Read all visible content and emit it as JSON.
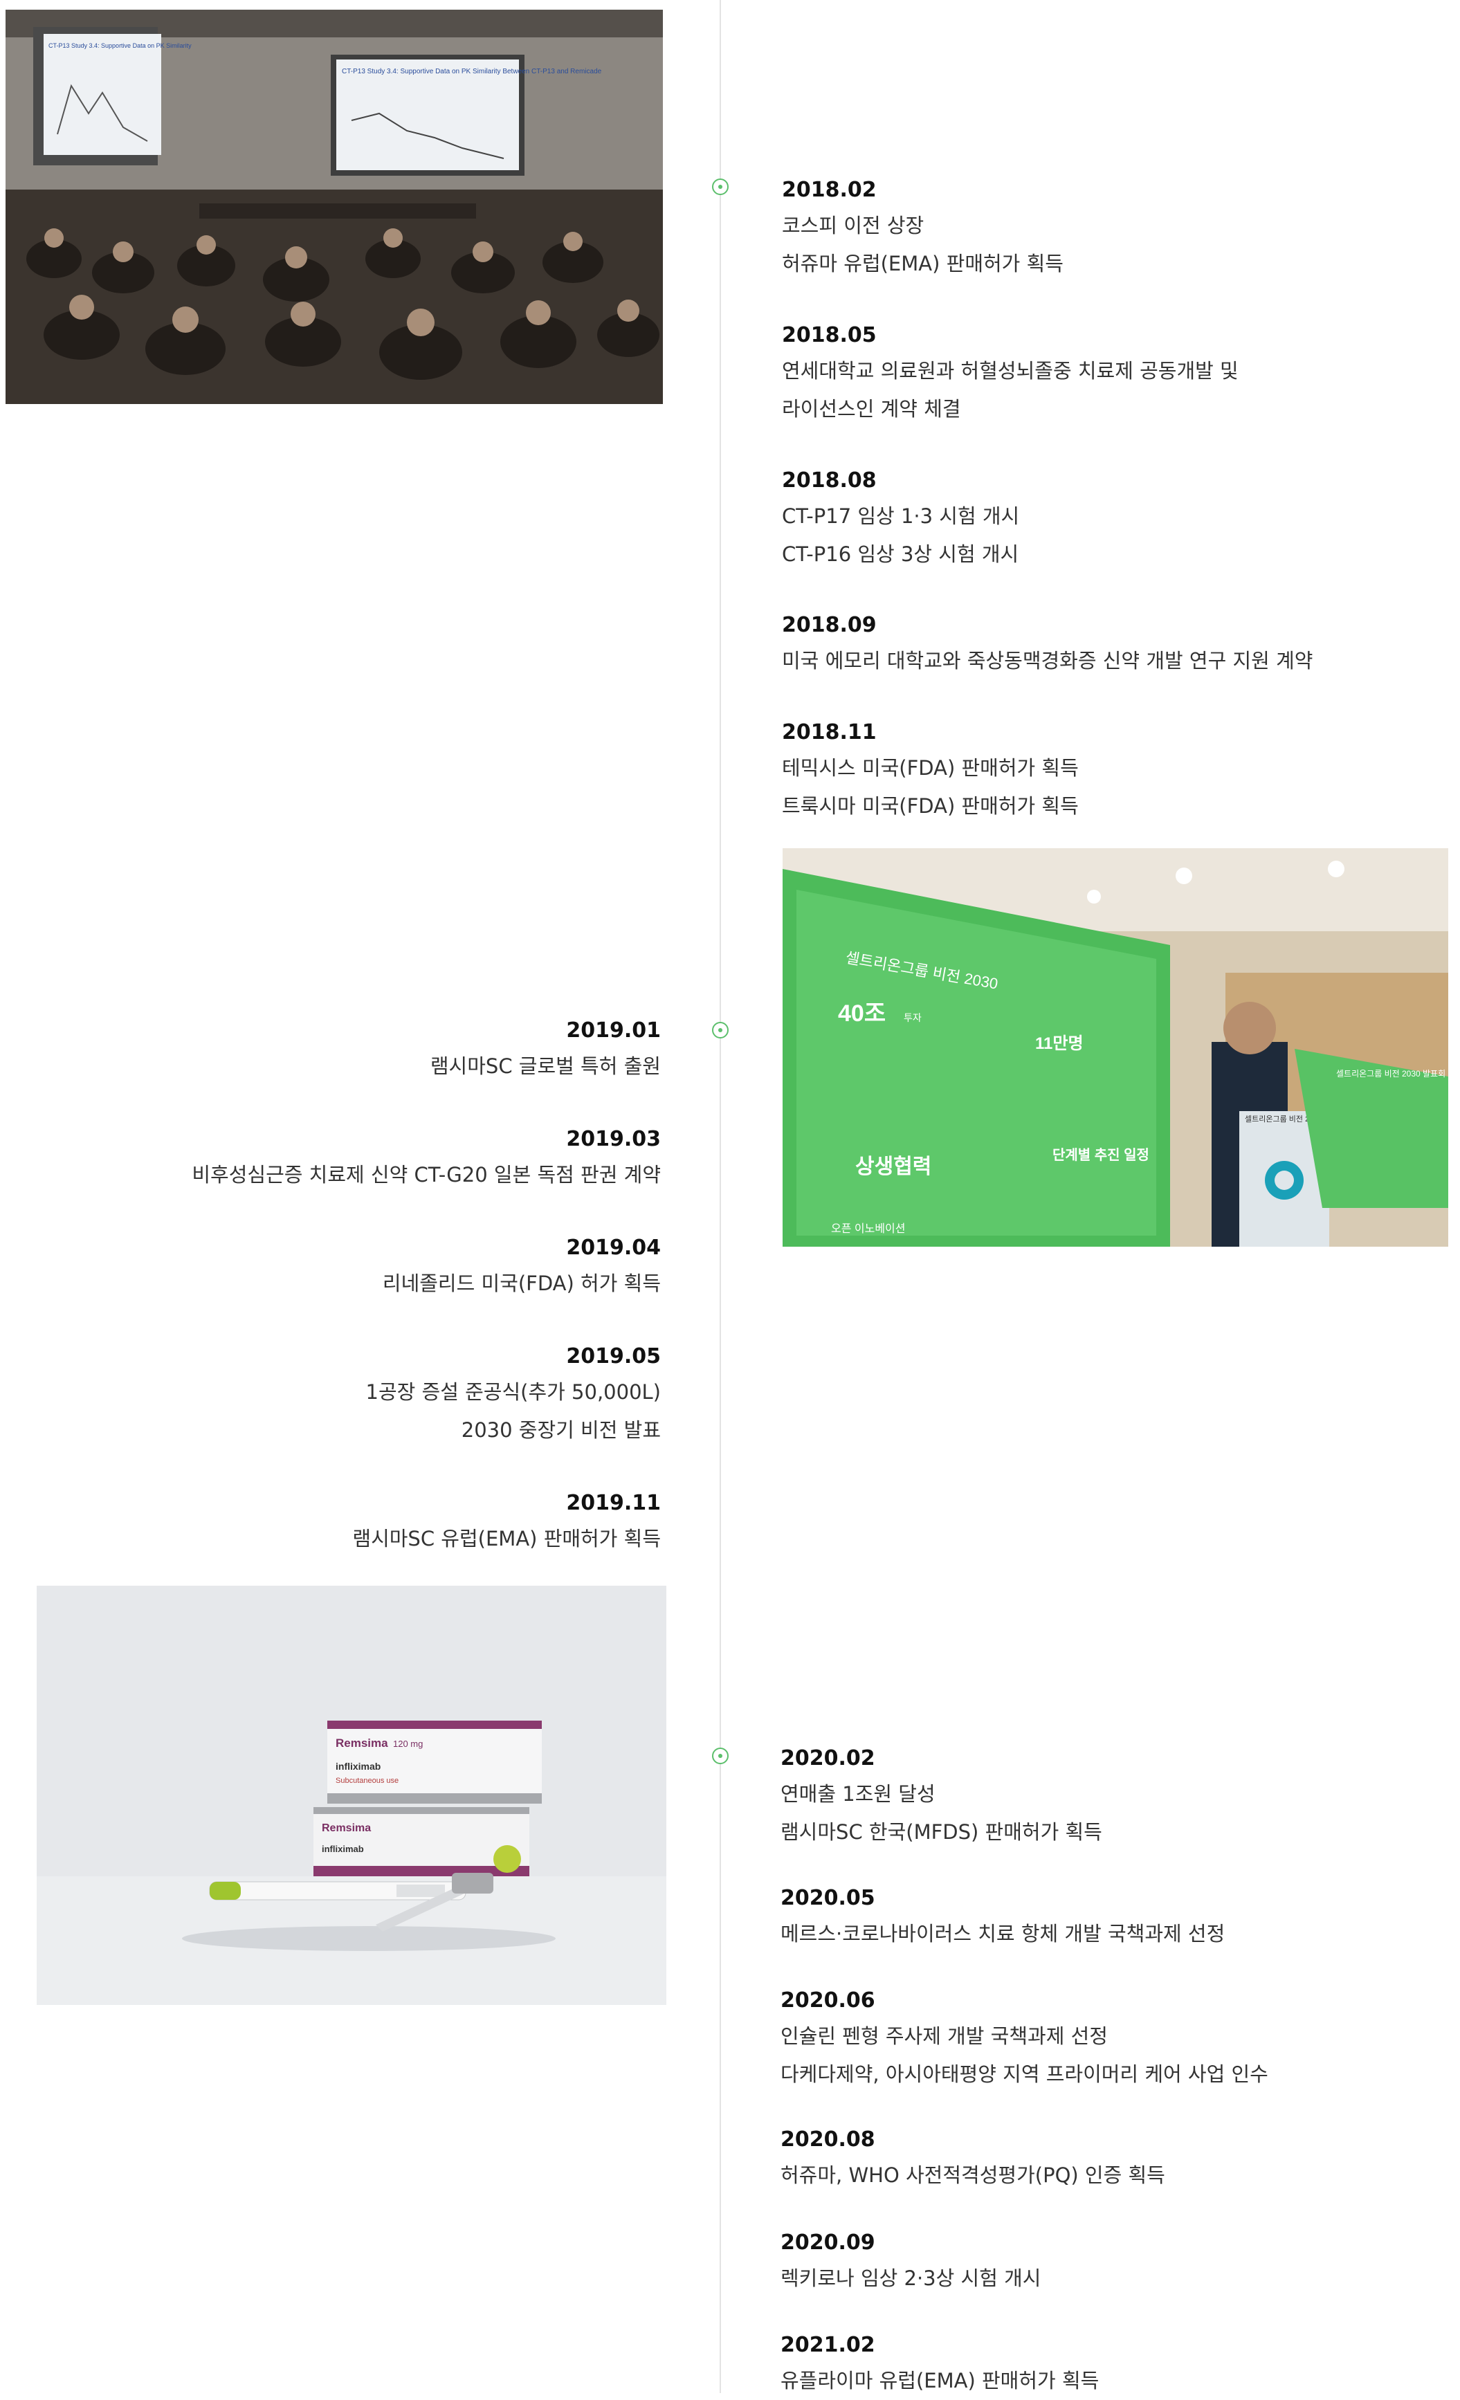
{
  "colors": {
    "accent": "#5cbf6c",
    "timeline": "#e3e3e3",
    "date_text": "#111111",
    "body_text": "#333333"
  },
  "icons": {
    "timeline_dot": "circle-dot-icon"
  },
  "images": {
    "conference": {
      "screen_left_text": "CT-P13 Study 3.4: Supportive Data on PK Similarity",
      "screen_right_text": "CT-P13 Study 3.4: Supportive Data on PK Similarity Between CT-P13 and Remicade"
    },
    "vision": {
      "board_title": "셀트리온그룹 비전 2030",
      "stat_1": "40조",
      "stat_1_suffix": "투자",
      "stat_2": "11만명",
      "section_1": "상생협력",
      "section_2": "단계별 추진 일정",
      "section_3": "오픈 이노베이션",
      "podium_sign": "셀트리온그룹 비전 2030 발표",
      "right_board_title": "셀트리온그룹 비전 2030 발표회"
    },
    "product": {
      "box_brand": "Remsima",
      "box_dose": "120 mg",
      "box_generic": "infliximab",
      "box_route": "Subcutaneous use"
    }
  },
  "years": {
    "y2018": {
      "entries": [
        {
          "date": "2018.02",
          "lines": [
            "코스피 이전 상장",
            "허쥬마 유럽(EMA) 판매허가 획득"
          ]
        },
        {
          "date": "2018.05",
          "lines": [
            "연세대학교 의료원과 허혈성뇌졸중 치료제 공동개발 및",
            "라이선스인 계약 체결"
          ]
        },
        {
          "date": "2018.08",
          "lines": [
            "CT-P17 임상 1·3 시험 개시",
            "CT-P16 임상 3상 시험 개시"
          ]
        },
        {
          "date": "2018.09",
          "lines": [
            "미국 에모리 대학교와 죽상동맥경화증 신약 개발 연구 지원 계약"
          ]
        },
        {
          "date": "2018.11",
          "lines": [
            "테믹시스 미국(FDA) 판매허가 획득",
            "트룩시마 미국(FDA) 판매허가 획득"
          ]
        }
      ]
    },
    "y2019": {
      "entries": [
        {
          "date": "2019.01",
          "lines": [
            "램시마SC 글로벌 특허 출원"
          ]
        },
        {
          "date": "2019.03",
          "lines": [
            "비후성심근증 치료제 신약 CT-G20 일본 독점 판권 계약"
          ]
        },
        {
          "date": "2019.04",
          "lines": [
            "리네졸리드 미국(FDA) 허가 획득"
          ]
        },
        {
          "date": "2019.05",
          "lines": [
            "1공장 증설 준공식(추가 50,000L)",
            "2030 중장기 비전 발표"
          ]
        },
        {
          "date": "2019.11",
          "lines": [
            "램시마SC 유럽(EMA) 판매허가 획득"
          ]
        }
      ]
    },
    "y2020": {
      "entries": [
        {
          "date": "2020.02",
          "lines": [
            "연매출 1조원 달성",
            "램시마SC 한국(MFDS) 판매허가 획득"
          ]
        },
        {
          "date": "2020.05",
          "lines": [
            "메르스·코로나바이러스 치료 항체 개발 국책과제 선정"
          ]
        },
        {
          "date": "2020.06",
          "lines": [
            "인슐린 펜형 주사제 개발 국책과제 선정",
            "다케다제약, 아시아태평양 지역 프라이머리 케어 사업 인수"
          ]
        },
        {
          "date": "2020.08",
          "lines": [
            "허쥬마, WHO 사전적격성평가(PQ) 인증 획득"
          ]
        },
        {
          "date": "2020.09",
          "lines": [
            "렉키로나 임상 2·3상 시험 개시"
          ]
        },
        {
          "date": "2021.02",
          "lines": [
            "유플라이마 유럽(EMA) 판매허가 획득"
          ]
        }
      ]
    }
  }
}
